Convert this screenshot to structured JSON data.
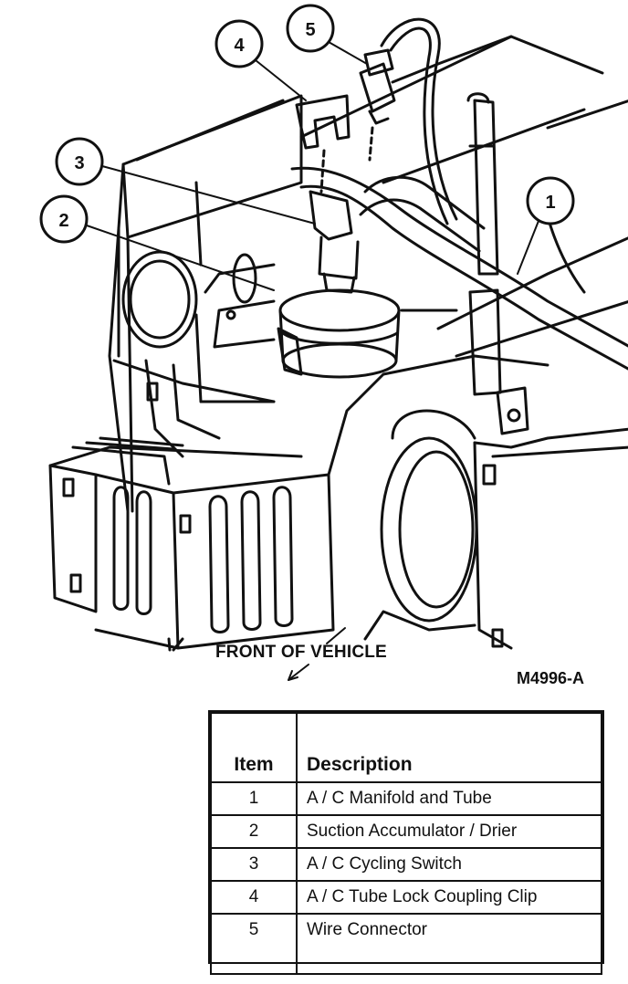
{
  "callouts": [
    "1",
    "2",
    "3",
    "4",
    "5"
  ],
  "front_label": "FRONT OF VEHICLE",
  "figure_number": "M4996-A",
  "legend": {
    "headers": {
      "item": "Item",
      "description": "Description"
    },
    "rows": [
      {
        "item": "1",
        "description": "A / C Manifold and Tube"
      },
      {
        "item": "2",
        "description": "Suction Accumulator / Drier"
      },
      {
        "item": "3",
        "description": "A / C Cycling Switch"
      },
      {
        "item": "4",
        "description": "A / C Tube Lock Coupling Clip"
      },
      {
        "item": "5",
        "description": "Wire Connector"
      }
    ]
  }
}
